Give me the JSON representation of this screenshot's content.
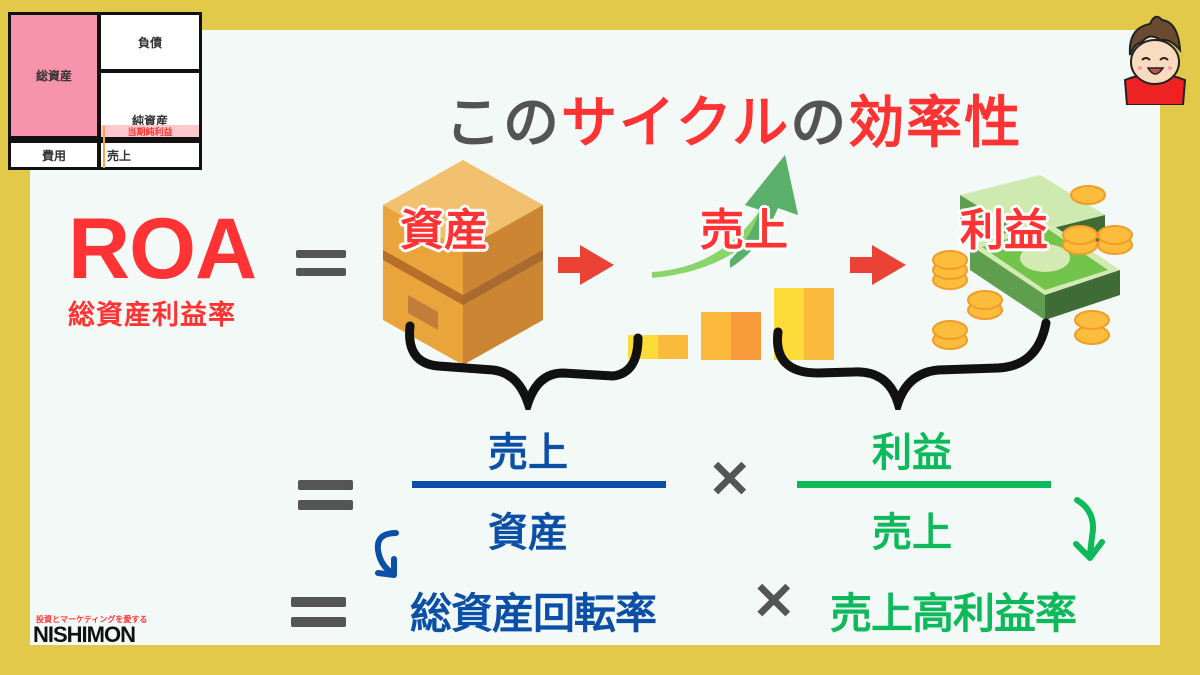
{
  "balance_sheet": {
    "total_assets": "総資産",
    "liabilities": "負債",
    "net_assets": "純資産",
    "net_income": "当期純利益",
    "expenses": "費用",
    "sales": "売上"
  },
  "title": {
    "part1": "この",
    "part2": "サイクル",
    "part3": "の",
    "part4": "効率性"
  },
  "roa": {
    "label": "ROA",
    "sub": "総資産利益率"
  },
  "cycle": {
    "assets": "資産",
    "sales": "売上",
    "profit": "利益"
  },
  "formula": {
    "frac1_num": "売上",
    "frac1_den": "資産",
    "frac2_num": "利益",
    "frac2_den": "売上",
    "times": "✕",
    "result1": "総資産回転率",
    "result2": "売上高利益率"
  },
  "brand": {
    "tagline": "投資とマーケティングを愛する",
    "name": "NISHIMON"
  },
  "colors": {
    "frame": "#e2c94a",
    "background": "#f3f9f6",
    "red": "#ff3333",
    "blue": "#0b4fa6",
    "green": "#0db95a",
    "gray": "#555555"
  }
}
